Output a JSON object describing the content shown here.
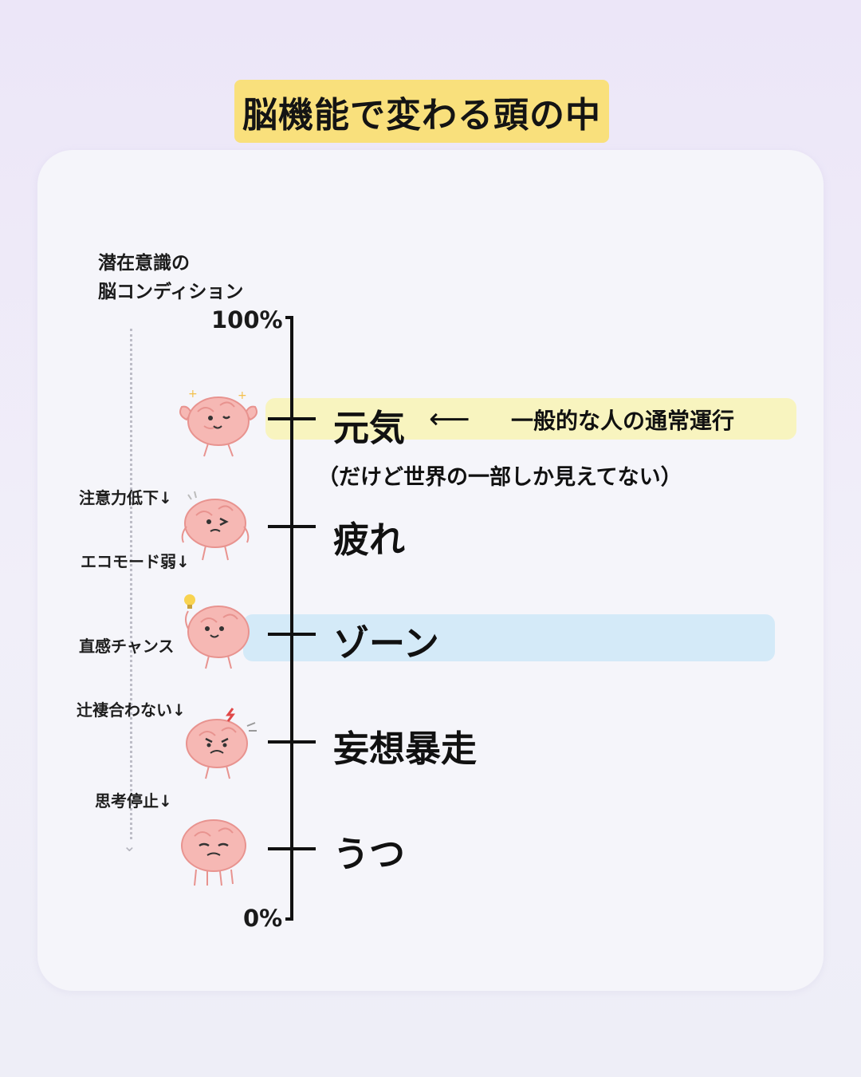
{
  "title": "脳機能で変わる頭の中",
  "axis": {
    "label_line1": "潜在意識の",
    "label_line2": "脳コンディション",
    "top_tick": "100%",
    "bottom_tick": "0%"
  },
  "levels": [
    {
      "label": "元気",
      "highlight": "#f8f4bf"
    },
    {
      "label": "疲れ"
    },
    {
      "label": "ゾーン",
      "highlight": "#d4eaf8"
    },
    {
      "label": "妄想暴走"
    },
    {
      "label": "うつ"
    }
  ],
  "annotation": {
    "arrow": "⟵",
    "text": "一般的な人の通常運行",
    "note": "（だけど世界の一部しか見えてない）"
  },
  "side_labels": {
    "attention": "注意力低下↓",
    "eco": "エコモード弱↓",
    "intuition": "直感チャンス",
    "consistency": "辻褄合わない↓",
    "thinking": "思考停止↓"
  },
  "colors": {
    "brain_fill": "#f6b8b4",
    "brain_stroke": "#e8938f",
    "title_bg": "#f9e07c"
  },
  "icons": [
    "brain-happy-icon",
    "brain-tired-icon",
    "brain-idea-icon",
    "brain-angry-icon",
    "brain-sad-icon",
    "lightbulb-icon",
    "down-arrow-icon"
  ]
}
